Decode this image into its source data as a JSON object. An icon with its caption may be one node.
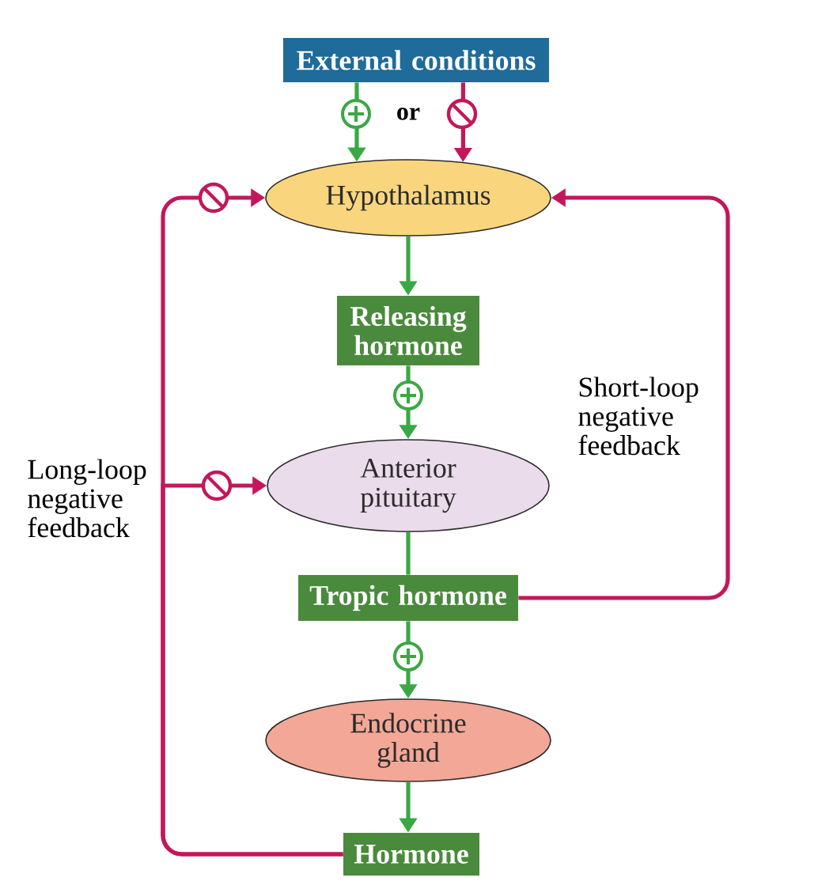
{
  "diagram": {
    "nodes": [
      {
        "text": [
          "External conditions"
        ]
      },
      {
        "text": [
          "Hypothalamus"
        ]
      },
      {
        "text": [
          "Releasing hormone"
        ]
      },
      {
        "text": [
          "Anterior pituitary"
        ]
      },
      {
        "text": [
          "Tropic hormone"
        ]
      },
      {
        "text": [
          "Endocrine gland"
        ]
      },
      {
        "text": [
          "Hormone"
        ]
      }
    ],
    "edges": [
      {
        "from": 0,
        "to": 1,
        "arrow": "to"
      },
      {
        "from": 0,
        "to": 1,
        "arrow": "to",
        "color": "#c2185b"
      },
      {
        "from": 1,
        "to": 2,
        "arrow": "to"
      },
      {
        "from": 2,
        "to": 3,
        "arrow": "to"
      },
      {
        "from": 3,
        "to": 4,
        "arrow": "none"
      },
      {
        "from": 4,
        "to": 5,
        "arrow": "to"
      },
      {
        "from": 5,
        "to": 6,
        "arrow": "to"
      },
      {
        "from": 4,
        "to": 1,
        "arrow": "to",
        "color": "#c2185b"
      },
      {
        "from": 6,
        "to": 1,
        "arrow": "to",
        "color": "#c2185b"
      },
      {
        "from": 6,
        "to": 3,
        "arrow": "to",
        "color": "#c2185b"
      }
    ],
    "labels": [
      "or",
      "Short-loop negative feedback",
      "Long-loop negative feedback"
    ]
  }
}
